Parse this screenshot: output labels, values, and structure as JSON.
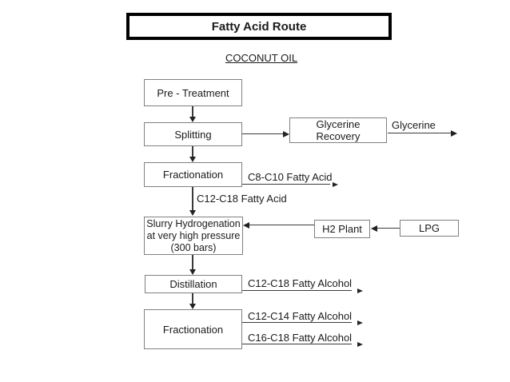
{
  "title": "Fatty Acid Route",
  "feedstock": "COCONUT OIL",
  "process_boxes": {
    "pre_treatment": "Pre - Treatment",
    "splitting": "Splitting",
    "fractionation_1": "Fractionation",
    "slurry_hydrogenation": "Slurry Hydrogenation\nat very high pressure\n(300 bars)",
    "distillation": "Distillation",
    "fractionation_2": "Fractionation"
  },
  "side_boxes": {
    "glycerine_recovery": "Glycerine\nRecovery",
    "h2_plant": "H2 Plant",
    "lpg": "LPG"
  },
  "stream_labels": {
    "glycerine_out": "Glycerine",
    "c8_c10_fatty_acid": "C8-C10 Fatty Acid",
    "c12_c18_fatty_acid": "C12-C18 Fatty Acid",
    "c12_c18_fatty_alcohol": "C12-C18 Fatty Alcohol",
    "c12_c14_fatty_alcohol": "C12-C14 Fatty Alcohol",
    "c16_c18_fatty_alcohol": "C16-C18 Fatty Alcohol"
  },
  "colors": {
    "background": "#ffffff",
    "box_border": "#808080",
    "title_border": "#000000",
    "arrow": "#303030",
    "text": "#1a1a1a"
  }
}
